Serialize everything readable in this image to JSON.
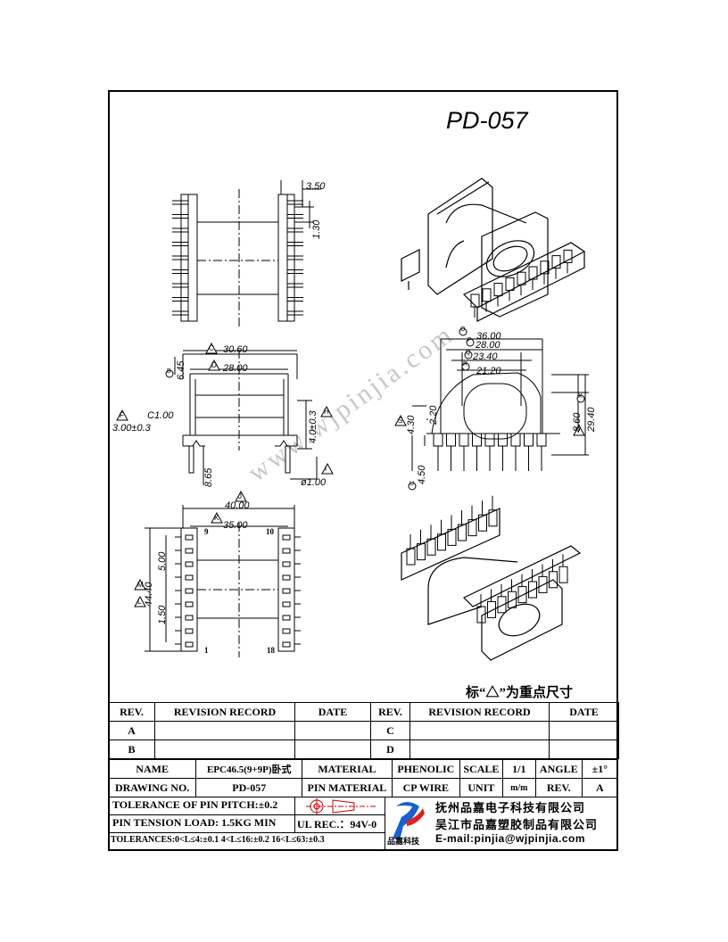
{
  "title": "PD-057",
  "watermark": "www.wjpinjia.com",
  "key_dimension_note": "标“△”为重点尺寸",
  "views": {
    "front": {
      "dims": {
        "d350": "3.50",
        "d130": "1.30"
      }
    },
    "side": {
      "dims": {
        "d645": "6.45",
        "d3060": "30.60",
        "d2800": "28.00",
        "c100": "C1.00",
        "d300": "3.00±0.3",
        "d40": "4.0±0.3",
        "d865": "8.65",
        "d100": "ø1.00"
      },
      "markers": {
        "B": "B",
        "C": "C",
        "D": "D",
        "F": "F",
        "H": "H",
        "I": "I"
      }
    },
    "bottom": {
      "dims": {
        "d4000": "40.00",
        "d3500": "35.00",
        "d500": "5.00",
        "d4440": "44.40",
        "d150": "1.50"
      },
      "pins": {
        "p9": "9",
        "p10": "10",
        "p1": "1",
        "p18": "18"
      },
      "markers": {
        "J": "J",
        "K": "K",
        "L": "L",
        "M": "M"
      }
    },
    "end": {
      "dims": {
        "d3600": "36.00",
        "d2800": "28.00",
        "d2340": "23.40",
        "d2120": "21.20",
        "d430": "4.30",
        "d220": "2.20",
        "d860": "8.60",
        "d2940": "29.40",
        "d450": "4.50"
      },
      "markers": {
        "O": "O",
        "P": "P",
        "Q": "Q",
        "R": "R",
        "S": "S",
        "X": "X",
        "Y": "Y",
        "U": "U"
      }
    }
  },
  "revision_table": {
    "headers": [
      "REV.",
      "REVISION RECORD",
      "DATE",
      "REV.",
      "REVISION RECORD",
      "DATE"
    ],
    "rows": [
      [
        "A",
        "",
        "",
        "C",
        "",
        ""
      ],
      [
        "B",
        "",
        "",
        "D",
        "",
        ""
      ]
    ]
  },
  "title_block": {
    "name_label": "NAME",
    "name_value": "EPC46.5(9+9P)卧式",
    "material_label": "MATERIAL",
    "material_value": "PHENOLIC",
    "scale_label": "SCALE",
    "scale_value": "1/1",
    "angle_label": "ANGLE",
    "angle_value": "±1°",
    "drawing_no_label": "DRAWING NO.",
    "drawing_no_value": "PD-057",
    "pin_material_label": "PIN MATERIAL",
    "pin_material_value": "CP WIRE",
    "unit_label": "UNIT",
    "unit_value": "m/m",
    "rev_label": "REV.",
    "rev_value": "A",
    "tolerance_pitch": "TOLERANCE OF PIN PITCH:±0.2",
    "pin_tension": "PIN TENSION LOAD: 1.5KG  MIN",
    "ul_rec": "UL REC.：94V-0",
    "tolerances": "TOLERANCES:0<L≤4:±0.1 4<L≤16:±0.2 16<L≤63:±0.3",
    "logo_text": "品嘉科技",
    "company1": "抚州品嘉电子科技有限公司",
    "company2": "吴江市品嘉塑胶制品有限公司",
    "email": "E-mail:pinjia@wjpinjia.com"
  }
}
